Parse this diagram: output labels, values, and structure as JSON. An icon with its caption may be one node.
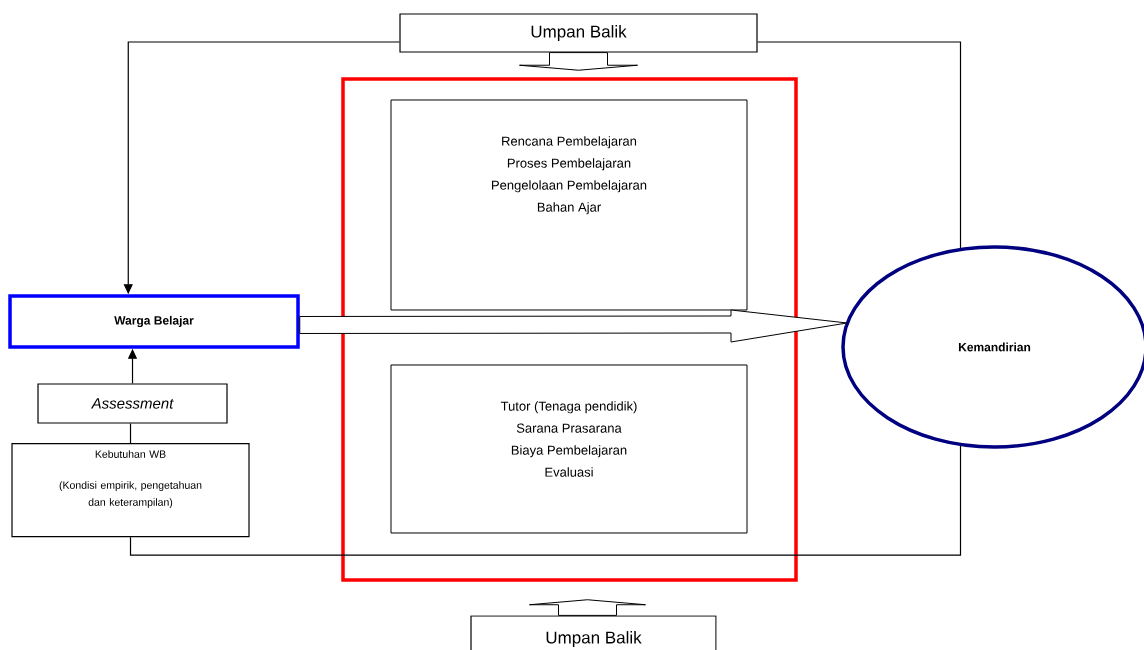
{
  "diagram": {
    "nodes": [
      {
        "text": [
          "Umpan Balik"
        ]
      },
      {
        "text": [],
        "shape": "box"
      },
      {
        "text": [
          "Rencana Pembelajaran",
          "Proses Pembelajaran",
          "Pengelolaan Pembelajaran",
          "Bahan Ajar"
        ],
        "in": 1
      },
      {
        "text": [
          "Tutor (Tenaga pendidik)",
          "Sarana Prasarana",
          "Biaya Pembelajaran",
          "Evaluasi"
        ],
        "in": 1
      },
      {
        "text": [
          "Warga Belajar"
        ]
      },
      {
        "text": [
          "Assessment"
        ]
      },
      {
        "text": [
          "Kebutuhan WB",
          "(Kondisi empirik, pengetahuan dan keterampilan)"
        ]
      },
      {
        "text": [
          "Kemandirian"
        ]
      },
      {
        "text": [
          "Umpan Balik"
        ]
      }
    ],
    "edges": [
      {
        "from": 0,
        "to": 4,
        "arrow": "to"
      },
      {
        "from": 0,
        "to": 7,
        "arrow": "none"
      },
      {
        "from": 0,
        "to": 1,
        "arrow": "to"
      },
      {
        "from": 4,
        "to": 7,
        "arrow": "to"
      },
      {
        "from": 5,
        "to": 4,
        "arrow": "to"
      },
      {
        "from": 6,
        "to": 5,
        "arrow": "none"
      },
      {
        "from": 6,
        "to": 7,
        "arrow": "none"
      },
      {
        "from": 8,
        "to": 1,
        "arrow": "to"
      }
    ]
  }
}
